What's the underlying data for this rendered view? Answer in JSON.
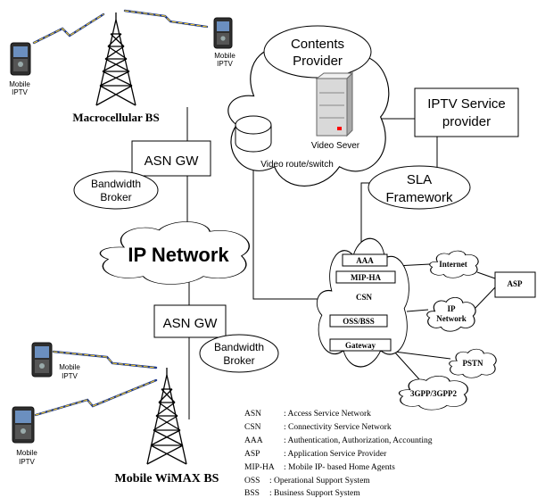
{
  "colors": {
    "line": "#000000",
    "wireless_dark": "#1f3a8a",
    "wireless_light": "#ffd21f",
    "server_led": "#ff0000"
  },
  "devices": {
    "label_line1": "Mobile",
    "label_line2": "IPTV"
  },
  "towers": {
    "macro": "Macrocellular BS",
    "wimax": "Mobile WiMAX BS"
  },
  "nodes": {
    "asn_gw_top": "ASN GW",
    "bb_top_line1": "Bandwidth",
    "bb_top_line2": "Broker",
    "asn_gw_bottom": "ASN GW",
    "bb_bottom_line1": "Bandwidth",
    "bb_bottom_line2": "Broker",
    "ip_network": "IP Network",
    "contents_line1": "Contents",
    "contents_line2": "Provider",
    "video_server": "Video Sever",
    "video_router": "Video route/switch",
    "iptv_line1": "IPTV Service",
    "iptv_line2": "provider",
    "sla_line1": "SLA",
    "sla_line2": "Framework",
    "aaa": "AAA",
    "miphha": "MIP-HA",
    "csn": "CSN",
    "oss_bss": "OSS/BSS",
    "gateway": "Gateway",
    "internet": "Internet",
    "asp": "ASP",
    "ipnet_line1": "IP",
    "ipnet_line2": "Network",
    "pstn": "PSTN",
    "gpp": "3GPP/3GPP2"
  },
  "legend": [
    {
      "abbr": "ASN",
      "desc": ": Access Service Network"
    },
    {
      "abbr": "CSN",
      "desc": ": Connectivity Service Network"
    },
    {
      "abbr": "AAA",
      "desc": ": Authentication, Authorization, Accounting"
    },
    {
      "abbr": "ASP",
      "desc": ": Application Service Provider"
    },
    {
      "abbr": "MIP-HA",
      "desc": ": Mobile IP- based Home Agents"
    },
    {
      "abbr": "OSS",
      "desc": ": Operational Support System"
    },
    {
      "abbr": "BSS",
      "desc": ": Business Support System"
    }
  ]
}
